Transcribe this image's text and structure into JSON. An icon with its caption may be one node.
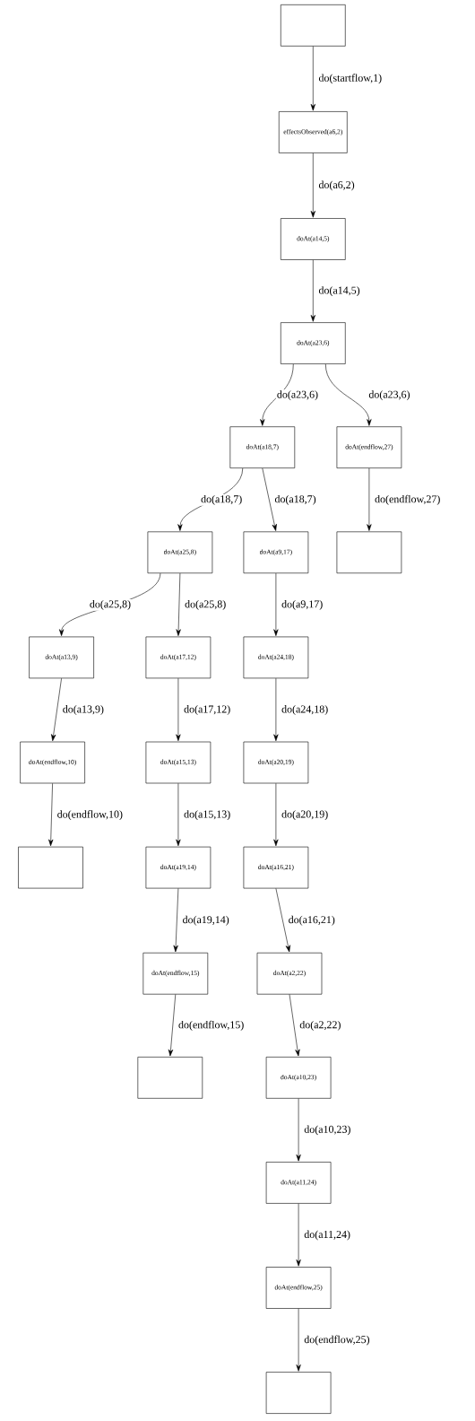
{
  "diagram": {
    "nodes": [
      {
        "text": [],
        "shape": "box"
      },
      {
        "text": [
          "effectsObserved(a6,2)"
        ]
      },
      {
        "text": [
          "doAt(a14,5)"
        ]
      },
      {
        "text": [
          "doAt(a23,6)"
        ]
      },
      {
        "text": [
          "doAt(a18,7)"
        ]
      },
      {
        "text": [
          "doAt(endflow,27)"
        ]
      },
      {
        "text": [],
        "shape": "box"
      },
      {
        "text": [
          "doAt(a25,8)"
        ]
      },
      {
        "text": [
          "doAt(a9,17)"
        ]
      },
      {
        "text": [
          "doAt(a13,9)"
        ]
      },
      {
        "text": [
          "doAt(a17,12)"
        ]
      },
      {
        "text": [
          "doAt(a24,18)"
        ]
      },
      {
        "text": [
          "doAt(endflow,10)"
        ]
      },
      {
        "text": [
          "doAt(a15,13)"
        ]
      },
      {
        "text": [
          "doAt(a20,19)"
        ]
      },
      {
        "text": [],
        "shape": "box"
      },
      {
        "text": [
          "doAt(a19,14)"
        ]
      },
      {
        "text": [
          "doAt(a16,21)"
        ]
      },
      {
        "text": [
          "doAt(endflow,15)"
        ]
      },
      {
        "text": [
          "doAt(a2,22)"
        ]
      },
      {
        "text": [],
        "shape": "box"
      },
      {
        "text": [
          "doAt(a10,23)"
        ]
      },
      {
        "text": [
          "doAt(a11,24)"
        ]
      },
      {
        "text": [
          "doAt(endflow,25)"
        ]
      },
      {
        "text": [],
        "shape": "box"
      }
    ],
    "edges": [
      {
        "from": 0,
        "to": 1,
        "arrow": "to",
        "label": "do(startflow,1)"
      },
      {
        "from": 1,
        "to": 2,
        "arrow": "to",
        "label": "do(a6,2)"
      },
      {
        "from": 2,
        "to": 3,
        "arrow": "to",
        "label": "do(a14,5)"
      },
      {
        "from": 3,
        "to": 4,
        "arrow": "to",
        "label": "do(a23,6)"
      },
      {
        "from": 3,
        "to": 5,
        "arrow": "to",
        "label": "do(a23,6)"
      },
      {
        "from": 5,
        "to": 6,
        "arrow": "to",
        "label": "do(endflow,27)"
      },
      {
        "from": 4,
        "to": 7,
        "arrow": "to",
        "label": "do(a18,7)"
      },
      {
        "from": 4,
        "to": 8,
        "arrow": "to",
        "label": "do(a18,7)"
      },
      {
        "from": 7,
        "to": 9,
        "arrow": "to",
        "label": "do(a25,8)"
      },
      {
        "from": 7,
        "to": 10,
        "arrow": "to",
        "label": "do(a25,8)"
      },
      {
        "from": 8,
        "to": 11,
        "arrow": "to",
        "label": "do(a9,17)"
      },
      {
        "from": 9,
        "to": 12,
        "arrow": "to",
        "label": "do(a13,9)"
      },
      {
        "from": 10,
        "to": 13,
        "arrow": "to",
        "label": "do(a17,12)"
      },
      {
        "from": 11,
        "to": 14,
        "arrow": "to",
        "label": "do(a24,18)"
      },
      {
        "from": 12,
        "to": 15,
        "arrow": "to",
        "label": "do(endflow,10)"
      },
      {
        "from": 13,
        "to": 16,
        "arrow": "to",
        "label": "do(a15,13)"
      },
      {
        "from": 14,
        "to": 17,
        "arrow": "to",
        "label": "do(a20,19)"
      },
      {
        "from": 16,
        "to": 18,
        "arrow": "to",
        "label": "do(a19,14)"
      },
      {
        "from": 17,
        "to": 19,
        "arrow": "to",
        "label": "do(a16,21)"
      },
      {
        "from": 18,
        "to": 20,
        "arrow": "to",
        "label": "do(endflow,15)"
      },
      {
        "from": 19,
        "to": 21,
        "arrow": "to",
        "label": "do(a2,22)"
      },
      {
        "from": 21,
        "to": 22,
        "arrow": "to",
        "label": "do(a10,23)"
      },
      {
        "from": 22,
        "to": 23,
        "arrow": "to",
        "label": "do(a11,24)"
      },
      {
        "from": 23,
        "to": 24,
        "arrow": "to",
        "label": "do(endflow,25)"
      }
    ]
  }
}
